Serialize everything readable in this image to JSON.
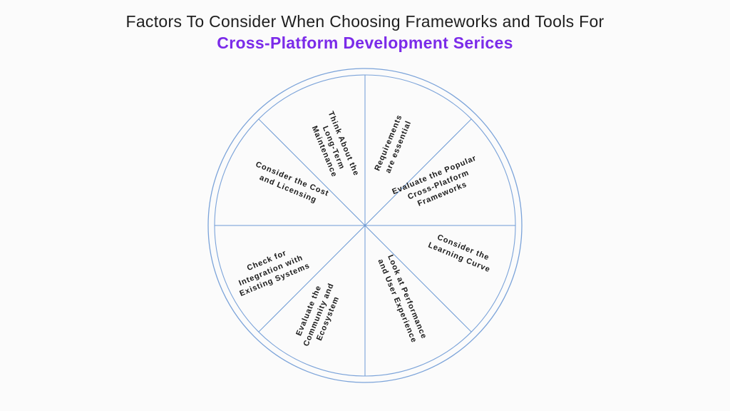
{
  "title": {
    "line1": "Factors To Consider When Choosing Frameworks and Tools For",
    "line2": "Cross-Platform Development Serices"
  },
  "colors": {
    "title_text": "#1E1E1E",
    "accent_purple": "#7B2BE9",
    "wheel_stroke": "#74A0D8",
    "label_text": "#1A1A1A",
    "background": "#FBFBFB"
  },
  "wheel": {
    "segment_count": 8,
    "segments": [
      {
        "name": "requirements",
        "label": "Requirements\nare essential"
      },
      {
        "name": "popular-frameworks",
        "label": "Evaluate the Popular\nCross-Platform\nFrameworks"
      },
      {
        "name": "learning-curve",
        "label": "Consider the\nLearning Curve"
      },
      {
        "name": "performance-ux",
        "label": "Look at Performance\nand User Experience"
      },
      {
        "name": "community-ecosystem",
        "label": "Evaluate the\nCommunity and\nEcosystem"
      },
      {
        "name": "integration-existing-systems",
        "label": "Check for\nIntegration with\nExisting Systems"
      },
      {
        "name": "cost-licensing",
        "label": "Consider the Cost\nand Licensing"
      },
      {
        "name": "long-term-maintenance",
        "label": "Think About the\nLong-Term\nMaintenance"
      }
    ]
  }
}
